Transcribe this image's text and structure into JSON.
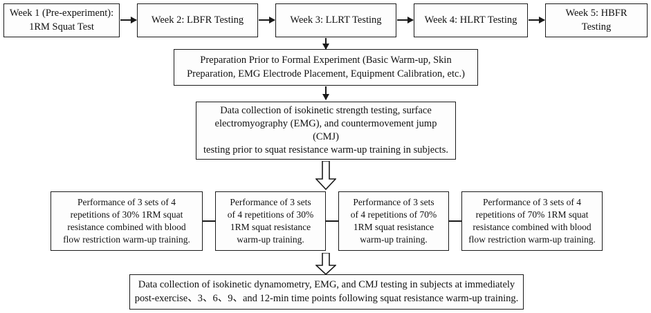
{
  "figure": {
    "type": "flowchart",
    "orientation": "top-down",
    "background_color": "#ffffff",
    "line_color": "#1a1a1a",
    "box_fill_color": "#fdfdfd"
  },
  "timeline": {
    "label": "weekly testing timeline",
    "boxes": [
      {
        "id": "week1",
        "text": "Week 1 (Pre-experiment):\n1RM Squat Test"
      },
      {
        "id": "week2",
        "text": "Week 2: LBFR Testing"
      },
      {
        "id": "week3",
        "text": "Week 3: LLRT Testing"
      },
      {
        "id": "week4",
        "text": "Week 4: HLRT Testing"
      },
      {
        "id": "week5",
        "text": "Week 5: HBFR Testing"
      }
    ]
  },
  "preparation": {
    "text": "Preparation Prior to Formal Experiment (Basic Warm-up, Skin\nPreparation, EMG Electrode Placement, Equipment Calibration, etc.)"
  },
  "pre_test": {
    "text": "Data collection of isokinetic strength testing, surface\nelectromyography (EMG), and countermovement jump (CMJ)\ntesting prior to squat resistance warm-up training in subjects."
  },
  "protocols": {
    "label": "warm-up protocol conditions",
    "boxes": [
      {
        "id": "lbfr",
        "text": "Performance of 3 sets of 4\nrepetitions of 30% 1RM squat\nresistance combined with blood\nflow restriction warm-up training."
      },
      {
        "id": "llrt",
        "text": "Performance of 3 sets\nof 4 repetitions of 30%\n1RM squat resistance\nwarm-up training."
      },
      {
        "id": "hlrt",
        "text": "Performance of 3 sets\nof 4 repetitions of 70%\n1RM squat resistance\nwarm-up training."
      },
      {
        "id": "hbfr",
        "text": "Performance of 3 sets of 4\nrepetitions of 70% 1RM squat\nresistance combined with blood\nflow restriction warm-up training."
      }
    ]
  },
  "post_test": {
    "text": "Data collection of isokinetic dynamometry, EMG, and CMJ testing in subjects at immediately\npost-exercise、3、6、9、and 12-min time points following squat resistance warm-up training."
  },
  "connectors": [
    {
      "id": "week1-to-week2",
      "kind": "thin-arrow-right"
    },
    {
      "id": "week2-to-week3",
      "kind": "thin-arrow-right"
    },
    {
      "id": "week3-to-week4",
      "kind": "thin-arrow-right"
    },
    {
      "id": "week4-to-week5",
      "kind": "thin-arrow-right"
    },
    {
      "id": "week3-to-preparation",
      "kind": "thin-arrow-down"
    },
    {
      "id": "preparation-to-pretest",
      "kind": "thin-arrow-down"
    },
    {
      "id": "pretest-to-protocols",
      "kind": "hollow-block-arrow-down"
    },
    {
      "id": "protocols-to-posttest",
      "kind": "hollow-block-arrow-down"
    }
  ]
}
